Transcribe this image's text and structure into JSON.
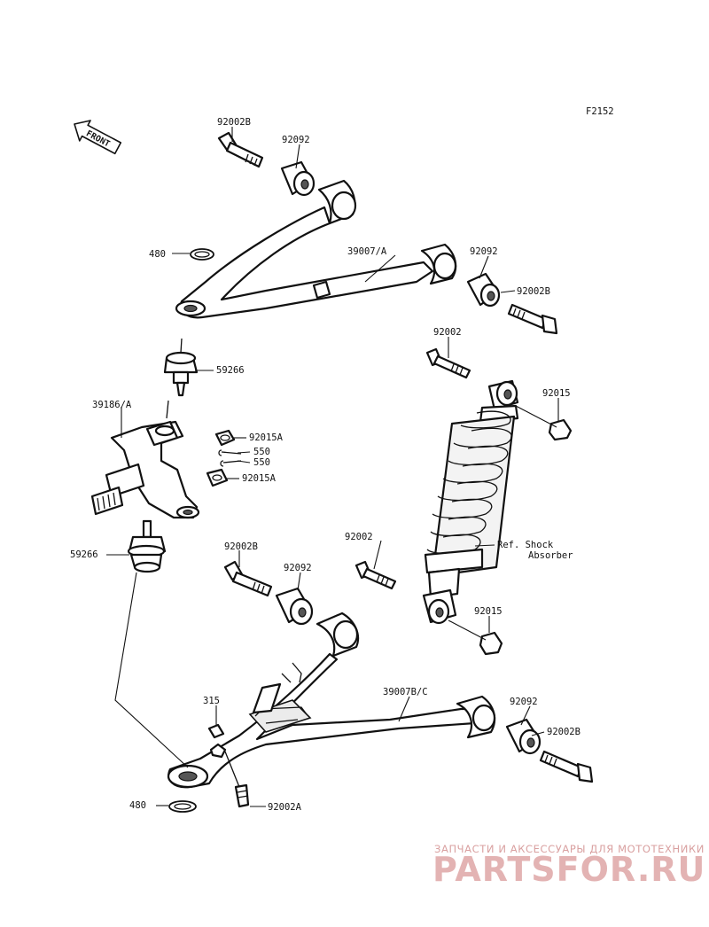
{
  "figure_code": "F2152",
  "front_arrow_label": "FRONT",
  "labels": [
    {
      "key": "upper_bolt",
      "text": "92002B"
    },
    {
      "key": "upper_bushing_front",
      "text": "92092"
    },
    {
      "key": "upper_clip",
      "text": "480"
    },
    {
      "key": "upper_arm",
      "text": "39007/A"
    },
    {
      "key": "upper_bushing_rear",
      "text": "92092"
    },
    {
      "key": "upper_bolt_rear",
      "text": "92002B"
    },
    {
      "key": "upper_ball_joint",
      "text": "59266"
    },
    {
      "key": "shock_bolt_top",
      "text": "92002"
    },
    {
      "key": "shock_nut_top",
      "text": "92015"
    },
    {
      "key": "knuckle",
      "text": "39186/A"
    },
    {
      "key": "castle_nut_upper",
      "text": "92015A"
    },
    {
      "key": "cotter_pin_upper",
      "text": "550"
    },
    {
      "key": "cotter_pin_lower",
      "text": "550"
    },
    {
      "key": "castle_nut_lower",
      "text": "92015A"
    },
    {
      "key": "lower_ball_joint",
      "text": "59266"
    },
    {
      "key": "lower_bolt",
      "text": "92002B"
    },
    {
      "key": "lower_bushing_front",
      "text": "92092"
    },
    {
      "key": "shock_bolt_bottom",
      "text": "92002"
    },
    {
      "key": "shock_ref_line1",
      "text": "Ref. Shock"
    },
    {
      "key": "shock_ref_line2",
      "text": "Absorber"
    },
    {
      "key": "shock_nut_bottom",
      "text": "92015"
    },
    {
      "key": "lower_nut",
      "text": "315"
    },
    {
      "key": "lower_arm",
      "text": "39007B/C"
    },
    {
      "key": "lower_bushing_rear",
      "text": "92092"
    },
    {
      "key": "lower_bolt_rear",
      "text": "92002B"
    },
    {
      "key": "lower_clip",
      "text": "480"
    },
    {
      "key": "lower_stud_bolt",
      "text": "92002A"
    }
  ],
  "watermark": {
    "tagline": "ЗАПЧАСТИ И АКСЕССУАРЫ ДЛЯ МОТОТЕХНИКИ",
    "brand": "PARTSFOR.RU",
    "color_text": "#d9a0a0",
    "color_brand": "#e3b3b3"
  }
}
